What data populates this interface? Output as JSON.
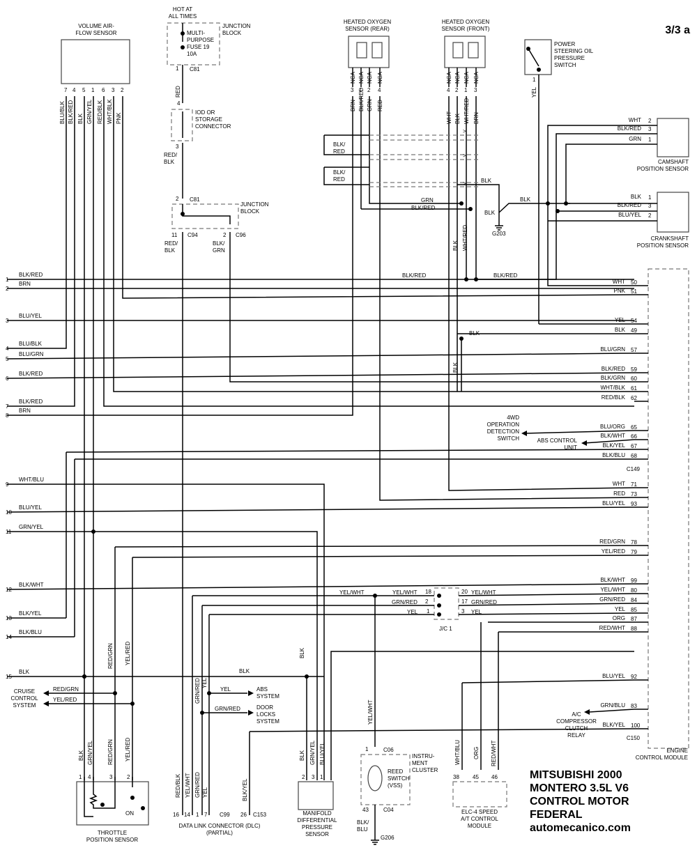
{
  "page_tag": "3/3 a",
  "title_lines": [
    "MITSUBISHI 2000",
    "MONTERO 3.5L V6",
    "CONTROL MOTOR",
    "FEDERAL",
    "automecanico.com"
  ],
  "components": {
    "maf": [
      "VOLUME AIR-",
      "FLOW SENSOR"
    ],
    "hot": [
      "HOT AT",
      "ALL TIMES"
    ],
    "fuse": [
      "MULTI-",
      "PURPOSE",
      "FUSE 19",
      "10A"
    ],
    "jb1": [
      "JUNCTION",
      "BLOCK"
    ],
    "iod": [
      "IOD OR",
      "STORAGE",
      "CONNECTOR"
    ],
    "jb2": [
      "JUNCTION",
      "BLOCK"
    ],
    "ho2r": [
      "HEATED OXYGEN",
      "SENSOR (REAR)"
    ],
    "ho2f": [
      "HEATED OXYGEN",
      "SENSOR (FRONT)"
    ],
    "pso": [
      "POWER",
      "STEERING OIL",
      "PRESSURE",
      "SWITCH"
    ],
    "cmp": [
      "CAMSHAFT",
      "POSITION SENSOR"
    ],
    "ckp": [
      "CRANKSHAFT",
      "POSITION SENSOR"
    ],
    "g203": "G203",
    "g206": "G206",
    "ecm": [
      "ENGINE",
      "CONTROL MODULE"
    ],
    "4wd": [
      "4WD",
      "OPERATION",
      "DETECTION",
      "SWITCH"
    ],
    "abs_unit": [
      "ABS CONTROL",
      "UNIT"
    ],
    "cruise": [
      "CRUISE",
      "CONTROL",
      "SYSTEM"
    ],
    "abs_sys": [
      "ABS",
      "SYSTEM"
    ],
    "door": [
      "DOOR",
      "LOCKS",
      "SYSTEM"
    ],
    "ac": [
      "A/C",
      "COMPRESSOR",
      "CLUTCH",
      "RELAY"
    ],
    "tps": [
      "THROTTLE",
      "POSITION SENSOR"
    ],
    "tps_on": "ON",
    "dlc": [
      "DATA LINK CONNECTOR (DLC)",
      "(PARTIAL)"
    ],
    "mdp": [
      "MANIFOLD",
      "DIFFERENTIAL",
      "PRESSURE",
      "SENSOR"
    ],
    "vss": [
      "REED",
      "SWITCH",
      "(VSS)"
    ],
    "ic": [
      "INSTRU-",
      "MENT",
      "CLUSTER"
    ],
    "elc": [
      "ELC-4 SPEED",
      "A/T CONTROL",
      "MODULE"
    ],
    "jc1": "J/C 1"
  },
  "connectors": {
    "c81a": "C81",
    "c81b": "C81",
    "c94": "C94",
    "c96": "C96",
    "c149": "C149",
    "c150": "C150",
    "c99": "C99",
    "c153": "C153",
    "c06": "C06",
    "c04": "C04"
  },
  "left_wires": [
    {
      "n": "1",
      "c": "BLK/RED"
    },
    {
      "n": "2",
      "c": "BRN"
    },
    {
      "n": "3",
      "c": "BLU/YEL"
    },
    {
      "n": "4",
      "c": "BLU/BLK"
    },
    {
      "n": "5",
      "c": "BLU/GRN"
    },
    {
      "n": "6",
      "c": "BLK/RED"
    },
    {
      "n": "7",
      "c": "BLK/RED"
    },
    {
      "n": "8",
      "c": "BRN"
    },
    {
      "n": "9",
      "c": "WHT/BLU"
    },
    {
      "n": "10",
      "c": "BLU/YEL"
    },
    {
      "n": "11",
      "c": "GRN/YEL"
    },
    {
      "n": "12",
      "c": "BLK/WHT"
    },
    {
      "n": "13",
      "c": "BLK/YEL"
    },
    {
      "n": "14",
      "c": "BLK/BLU"
    },
    {
      "n": "15",
      "c": "BLK"
    }
  ],
  "ecm_pins": [
    {
      "p": "50",
      "c": "WHT"
    },
    {
      "p": "51",
      "c": "PNK"
    },
    {
      "p": "54",
      "c": "YEL"
    },
    {
      "p": "49",
      "c": "BLK"
    },
    {
      "p": "57",
      "c": "BLU/GRN"
    },
    {
      "p": "59",
      "c": "BLK/RED"
    },
    {
      "p": "60",
      "c": "BLK/GRN"
    },
    {
      "p": "61",
      "c": "WHT/BLK"
    },
    {
      "p": "62",
      "c": "RED/BLK"
    },
    {
      "p": "65",
      "c": "BLU/ORG"
    },
    {
      "p": "66",
      "c": "BLK/WHT"
    },
    {
      "p": "67",
      "c": "BLK/YEL"
    },
    {
      "p": "68",
      "c": "BLK/BLU"
    },
    {
      "p": "71",
      "c": "WHT"
    },
    {
      "p": "73",
      "c": "RED"
    },
    {
      "p": "93",
      "c": "BLU/YEL"
    },
    {
      "p": "78",
      "c": "RED/GRN"
    },
    {
      "p": "79",
      "c": "YEL/RED"
    },
    {
      "p": "99",
      "c": "BLK/WHT"
    },
    {
      "p": "80",
      "c": "YEL/WHT"
    },
    {
      "p": "84",
      "c": "GRN/RED"
    },
    {
      "p": "85",
      "c": "YEL"
    },
    {
      "p": "87",
      "c": "ORG"
    },
    {
      "p": "88",
      "c": "RED/WHT"
    },
    {
      "p": "92",
      "c": "BLU/YEL"
    },
    {
      "p": "83",
      "c": "GRN/BLU"
    },
    {
      "p": "100",
      "c": "BLK/YEL"
    }
  ],
  "maf_pins": [
    {
      "p": "7",
      "c": "BLU/BLK"
    },
    {
      "p": "4",
      "c": "BLK/RED"
    },
    {
      "p": "5",
      "c": "BLK"
    },
    {
      "p": "1",
      "c": "GRN/YEL"
    },
    {
      "p": "6",
      "c": "RED/BLK"
    },
    {
      "p": "3",
      "c": "WHT/BLK"
    },
    {
      "p": "2",
      "c": "PNK"
    }
  ],
  "ho2r_pins": [
    {
      "p": "3",
      "n": "NCA",
      "c": "BRN"
    },
    {
      "p": "1",
      "n": "NCA",
      "c": "BLK/RED"
    },
    {
      "p": "2",
      "n": "NCA",
      "c": "GRN"
    },
    {
      "p": "4",
      "n": "NCA",
      "c": "RED"
    }
  ],
  "ho2f_pins": [
    {
      "p": "4",
      "n": "NCA",
      "c": "WHT"
    },
    {
      "p": "2",
      "n": "NCA",
      "c": "BLK"
    },
    {
      "p": "1",
      "n": "NCA",
      "c": "WHT/RED"
    },
    {
      "p": "3",
      "n": "NCA",
      "c": "BRN"
    }
  ],
  "cmp_pins": [
    {
      "p": "2",
      "c": "WHT"
    },
    {
      "p": "3",
      "c": "BLK/RED"
    },
    {
      "p": "1",
      "c": "GRN"
    }
  ],
  "ckp_pins": [
    {
      "p": "1",
      "c": "BLK"
    },
    {
      "p": "3",
      "c": "BLK/RED"
    },
    {
      "p": "2",
      "c": "BLU/YEL"
    }
  ],
  "misc_labels": {
    "red": "RED",
    "redblk": "RED/\nBLK",
    "blkred": "BLK/\nRED",
    "blkgrn": "BLK/\nGRN",
    "blk": "BLK",
    "yel": "YEL",
    "grn": "GRN",
    "blkred_s": "BLK/RED",
    "whtred": "WHT/RED",
    "yelwht": "YEL/WHT",
    "grnred": "GRN/RED",
    "redgrn": "RED/GRN",
    "yelred": "YEL/RED",
    "grnyel": "GRN/YEL",
    "blkyel": "BLK/YEL",
    "blublu": "BLK/\nBLU",
    "whtblu": "WHT/BLU",
    "org": "ORG",
    "redwht": "RED/WHT",
    "redblk_v": "RED/BLK",
    "yelwht_v": "YEL/WHT",
    "bluyel": "BLU/YEL",
    "grnblu": "GRN/BLU",
    "pin1": "1",
    "pin2": "2",
    "pin3": "3",
    "pin4": "4",
    "pin11": "11",
    "pin14": "14",
    "pin16": "16",
    "pin7": "7",
    "pin26": "26",
    "pin38": "38",
    "pin45": "45",
    "pin46": "46",
    "pin43": "43",
    "pin17": "17",
    "pin18": "18",
    "pin20": "20"
  }
}
